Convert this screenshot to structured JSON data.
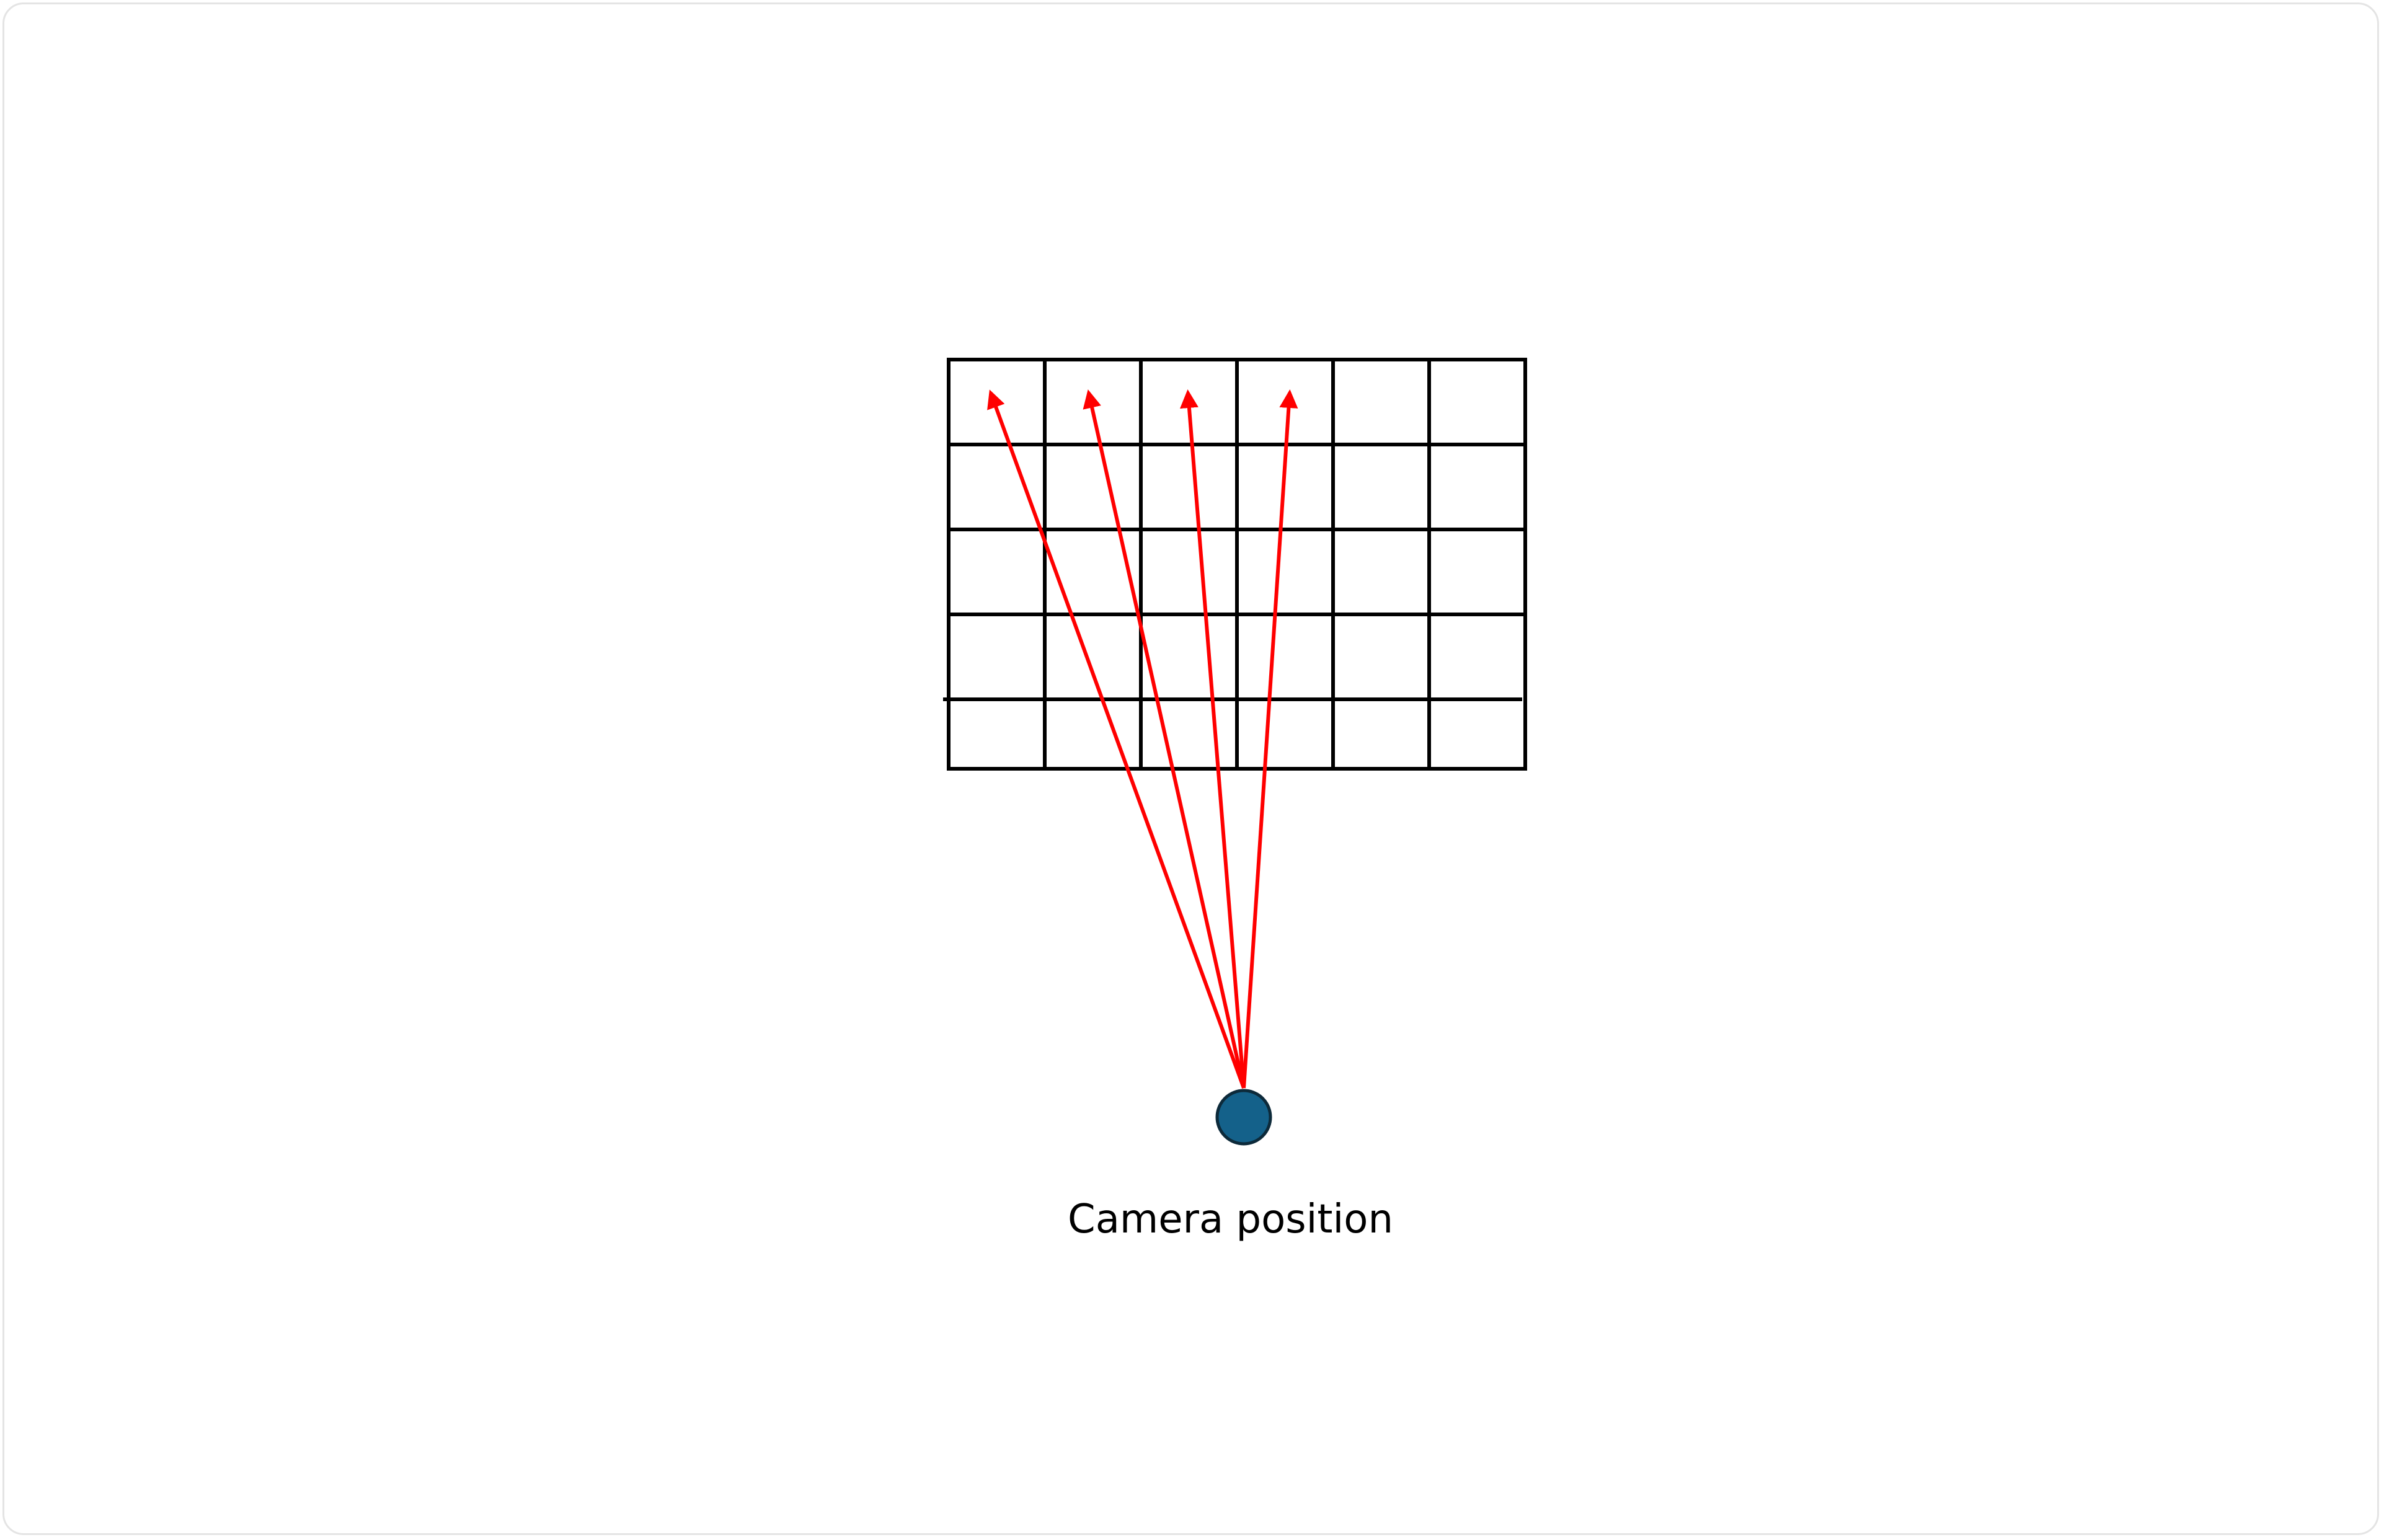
{
  "diagram": {
    "grid": {
      "rows": 5,
      "columns": 6,
      "line_color": "#000000"
    },
    "rays": {
      "count": 4,
      "color": "#ff0000",
      "target_row": 1,
      "target_columns": [
        1,
        2,
        3,
        4
      ]
    },
    "camera": {
      "label": "Camera position",
      "fill_color": "#14618a",
      "stroke_color": "#0d2a3a"
    }
  }
}
